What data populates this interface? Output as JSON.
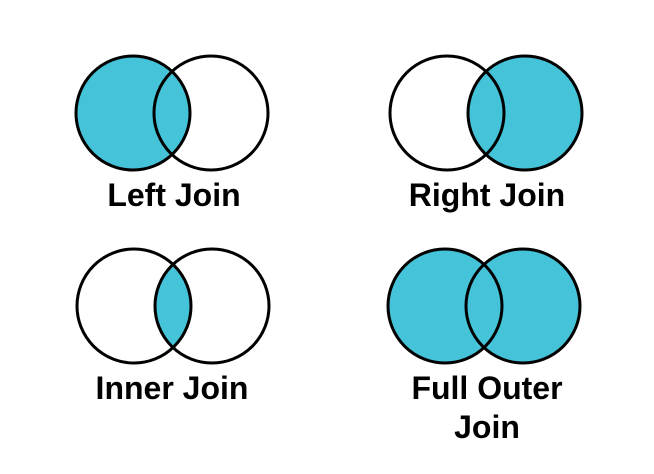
{
  "colors": {
    "shaded": "#44C3D9",
    "outline": "#000000",
    "background": "#FFFFFF",
    "label_text": "#000000"
  },
  "diagrams": [
    {
      "label": "Left Join",
      "shaded_region": "left-circle-including-overlap"
    },
    {
      "label": "Right Join",
      "shaded_region": "right-circle-including-overlap"
    },
    {
      "label": "Inner Join",
      "shaded_region": "overlap-only"
    },
    {
      "label": "Full Outer Join",
      "shaded_region": "both-circles"
    }
  ]
}
